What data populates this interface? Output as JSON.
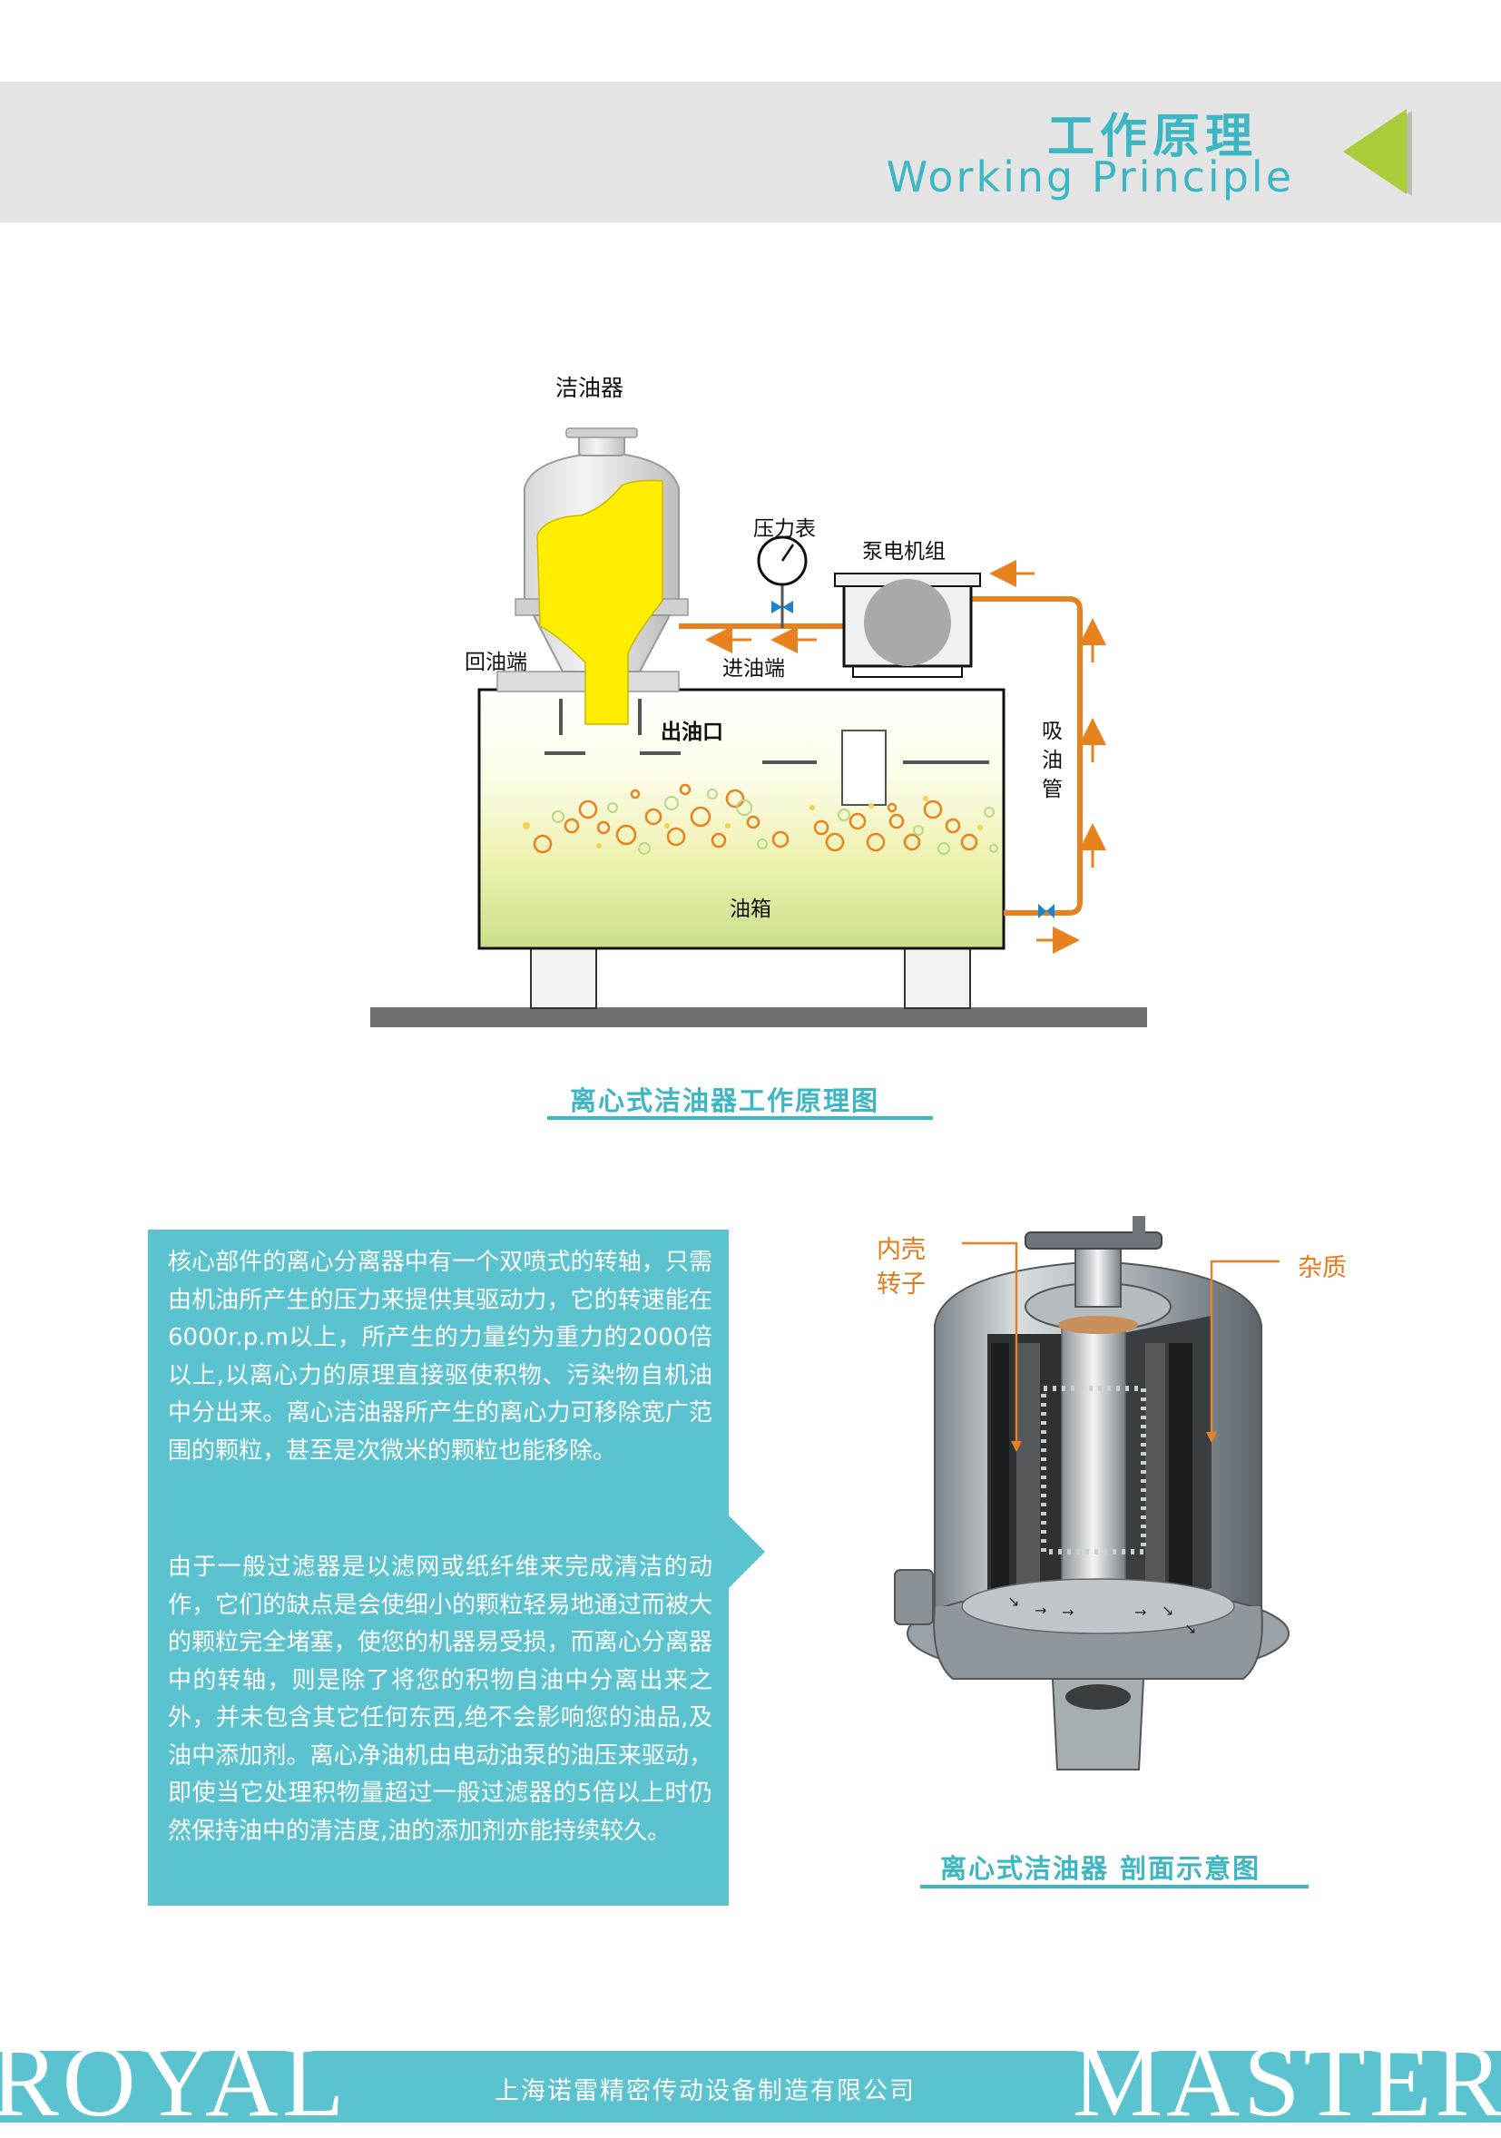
{
  "header": {
    "title_cn": "工作原理",
    "title_en": "Working Principle",
    "accent_color": "#3db6c4",
    "triangle_color": "#a9cc3a"
  },
  "diagram": {
    "labels": {
      "cleaner": "洁油器",
      "pressure_gauge": "压力表",
      "pump_motor": "泵电机组",
      "return_end": "回油端",
      "inlet_end": "进油端",
      "outlet": "出油口",
      "suction_pipe_1": "吸",
      "suction_pipe_2": "油",
      "suction_pipe_3": "管",
      "tank": "油箱"
    },
    "caption": "离心式洁油器工作原理图",
    "pipe_color": "#e8821e"
  },
  "text": {
    "paragraph1": "核心部件的离心分离器中有一个双喷式的转轴，只需由机油所产生的压力来提供其驱动力，它的转速能在6000r.p.m以上，所产生的力量约为重力的2000倍以上,以离心力的原理直接驱使积物、污染物自机油中分出来。离心洁油器所产生的离心力可移除宽广范围的颗粒，甚至是次微米的颗粒也能移除。",
    "paragraph2": "由于一般过滤器是以滤网或纸纤维来完成清洁的动作，它们的缺点是会使细小的颗粒轻易地通过而被大的颗粒完全堵塞，使您的机器易受损，而离心分离器中的转轴，则是除了将您的积物自油中分离出来之外，并未包含其它任何东西,绝不会影响您的油品,及油中添加剂。离心净油机由电动油泵的油压来驱动，即使当它处理积物量超过一般过滤器的5倍以上时仍然保持油中的清洁度,油的添加剂亦能持续较久。"
  },
  "cutaway": {
    "label_inner_shell": "内壳",
    "label_rotor": "转子",
    "label_impurity": "杂质",
    "caption": "离心式洁油器 剖面示意图"
  },
  "footer": {
    "left_word": "ROYAL",
    "right_word": "MASTER",
    "company": "上海诺雷精密传动设备制造有限公司"
  }
}
